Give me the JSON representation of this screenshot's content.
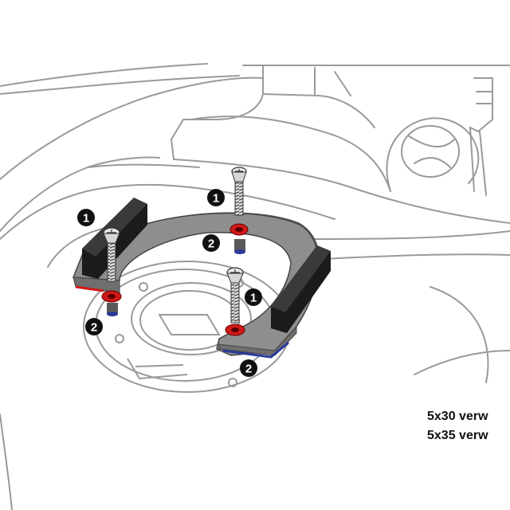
{
  "callouts": {
    "screw_left": "1",
    "screw_top": "1",
    "screw_center": "1",
    "hole_top": "2",
    "spacer_left": "2",
    "spacer_right": "2"
  },
  "notes": {
    "line1": "5x30 verw",
    "line2": "5x35 verw"
  },
  "colors": {
    "line": "#9a9a9a",
    "ring_fill": "#8e8e8e",
    "rubber": "#1b1b1b",
    "hole": "#d01818",
    "spacer": "#2a3a9a",
    "callout": "#111111"
  }
}
